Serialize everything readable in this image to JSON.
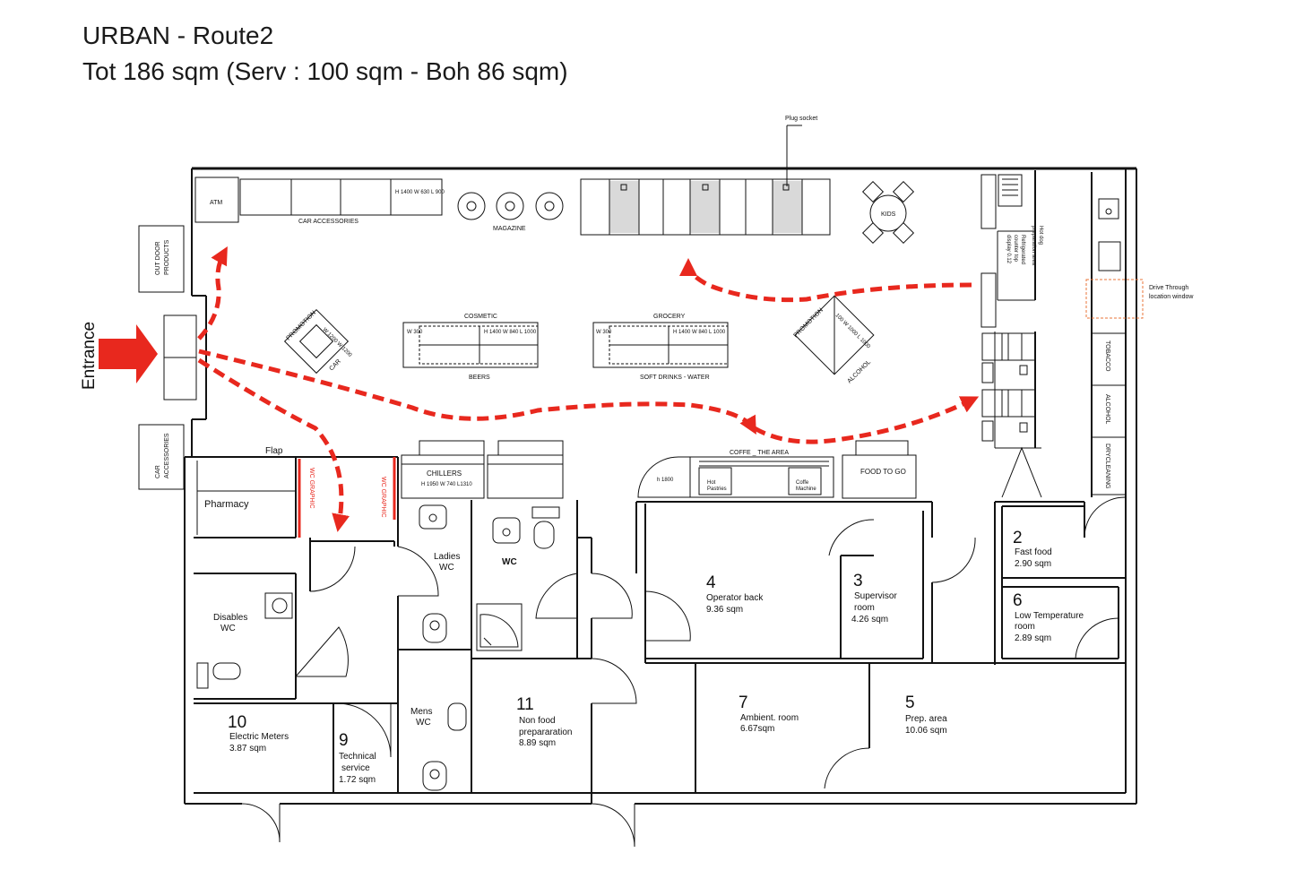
{
  "header": {
    "title": "URBAN - Route2",
    "subtitle": "Tot 186 sqm (Serv : 100 sqm - Boh 86 sqm)"
  },
  "colors": {
    "route": "#e8281e",
    "wall": "#111111",
    "drive_through": "#e8743a",
    "fixture_gray": "#d9d9d9"
  },
  "store": {
    "entrance": "Entrance",
    "plug_socket": "Plug socket",
    "atm": "ATM",
    "car_accessories": "CAR ACCESSORIES",
    "car_acc_dims": "H 1400 W 630 L 900",
    "magazine": "MAGAZINE",
    "outdoor_products": [
      "OUT DOOR",
      "PRODUCTS"
    ],
    "car_accessories_side": [
      "CAR",
      "ACCESSORIES"
    ],
    "promotion": "PROMOTION",
    "car": "CAR",
    "promo_dims": "W 1200 W 1200",
    "cosmetic": "COSMETIC",
    "beers": "BEERS",
    "w300": "W 300",
    "gondola_dims": "H 1400 W 840 L 1000",
    "grocery": "GROCERY",
    "soft_drinks": "SOFT DRINKS - WATER",
    "alcohol_promo": "ALCOHOL",
    "promo2_dims": "100 W 1000 L 1000",
    "kids": "KIDS",
    "hot_dog": [
      "Hot dog",
      "preparation area"
    ],
    "refrigerated": [
      "Refrigerated",
      "counter top",
      "display 0.12"
    ],
    "drive_through": [
      "Drive Through",
      "location window"
    ],
    "tobacco": "TOBACCO",
    "alcohol_side": "ALCOHOL",
    "dry_cleaning": "DRYCLEANING",
    "chillers": "CHILLERS",
    "chillers_dims": "H 1950 W 740 L1310",
    "coffee_area": "COFFE _ THE AREA",
    "h1800": "h 1800",
    "hot_pastries": [
      "Hot",
      "Pastries"
    ],
    "coffe_machine": [
      "Coffe",
      "Machine"
    ],
    "food_to_go": "FOOD TO GO",
    "flap": "Flap",
    "pharmacy": "Pharmacy",
    "wc_graphic": "WC GRAPHIC",
    "disables_wc": [
      "Disables",
      "WC"
    ],
    "ladies_wc": [
      "Ladies",
      "WC"
    ],
    "wc": "WC",
    "mens_wc": [
      "Mens",
      "WC"
    ]
  },
  "rooms": [
    {
      "num": "2",
      "name": "Fast food",
      "name2": "",
      "area": "2.90 sqm"
    },
    {
      "num": "3",
      "name": "Supervisor",
      "name2": "room",
      "area": "4.26 sqm"
    },
    {
      "num": "4",
      "name": "Operator back",
      "name2": "",
      "area": "9.36 sqm"
    },
    {
      "num": "5",
      "name": "Prep. area",
      "name2": "",
      "area": "10.06 sqm"
    },
    {
      "num": "6",
      "name": "Low Temperature",
      "name2": "room",
      "area": "2.89 sqm"
    },
    {
      "num": "7",
      "name": "Ambient. room",
      "name2": "",
      "area": "6.67sqm"
    },
    {
      "num": "9",
      "name": "Technical",
      "name2": "service",
      "area": "1.72 sqm"
    },
    {
      "num": "10",
      "name": "Electric Meters",
      "name2": "",
      "area": "3.87 sqm"
    },
    {
      "num": "11",
      "name": "Non food",
      "name2": "prepararation",
      "area": "8.89 sqm"
    }
  ]
}
